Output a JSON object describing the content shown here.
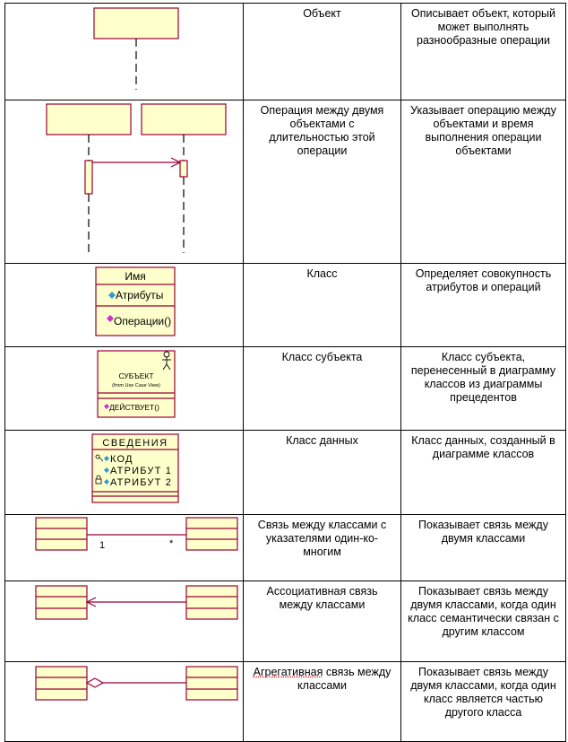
{
  "rows": [
    {
      "name": "Объект",
      "description": "Описывает объект, который может выполнять разнообразные операции",
      "symbol": "object-lifeline"
    },
    {
      "name": "Операция между двумя объектами с длительностью этой операции",
      "description": "Указывает операцию между объектами и время выполнения операции объектами",
      "symbol": "message-activation"
    },
    {
      "name": "Класс",
      "description": "Определяет совокупность атрибутов и операций",
      "symbol": "class-box",
      "class_box": {
        "title": "Имя",
        "attributes": "Атрибуты",
        "operations": "Операции()"
      }
    },
    {
      "name": "Класс субъекта",
      "description": "Класс субъекта, перенесенный в диаграмму классов из диаграммы прецедентов",
      "symbol": "actor-class",
      "actor_box": {
        "title": "СУБЪЕКТ",
        "subtitle": "(from Use Case View)",
        "operation": "ДЕЙСТВУЕТ()"
      }
    },
    {
      "name": "Класс данных",
      "description": "Класс данных, созданный в диаграмме классов",
      "symbol": "data-class",
      "data_box": {
        "title": "СВЕДЕНИЯ",
        "fields": [
          "КОД",
          "АТРИБУТ 1",
          "АТРИБУТ 2"
        ]
      }
    },
    {
      "name": "Связь между классами с указателями один-ко-многим",
      "description": "Показывает связь между двумя классами",
      "symbol": "one-to-many",
      "multiplicity": {
        "left": "1",
        "right": "*"
      }
    },
    {
      "name": "Ассоциативная связь между классами",
      "description": "Показывает связь между двумя классами, когда один класс семантически связан с другим классом",
      "symbol": "association"
    },
    {
      "name_parts": [
        "Агрегативная",
        " связь между классами"
      ],
      "description": "Показывает связь между двумя классами, когда один класс является частью другого класса",
      "symbol": "aggregation"
    }
  ],
  "colors": {
    "fill": "#ffffcc",
    "stroke": "#990033",
    "line": "#000000",
    "attr_icon": "#3399cc",
    "op_icon": "#cc33cc"
  }
}
